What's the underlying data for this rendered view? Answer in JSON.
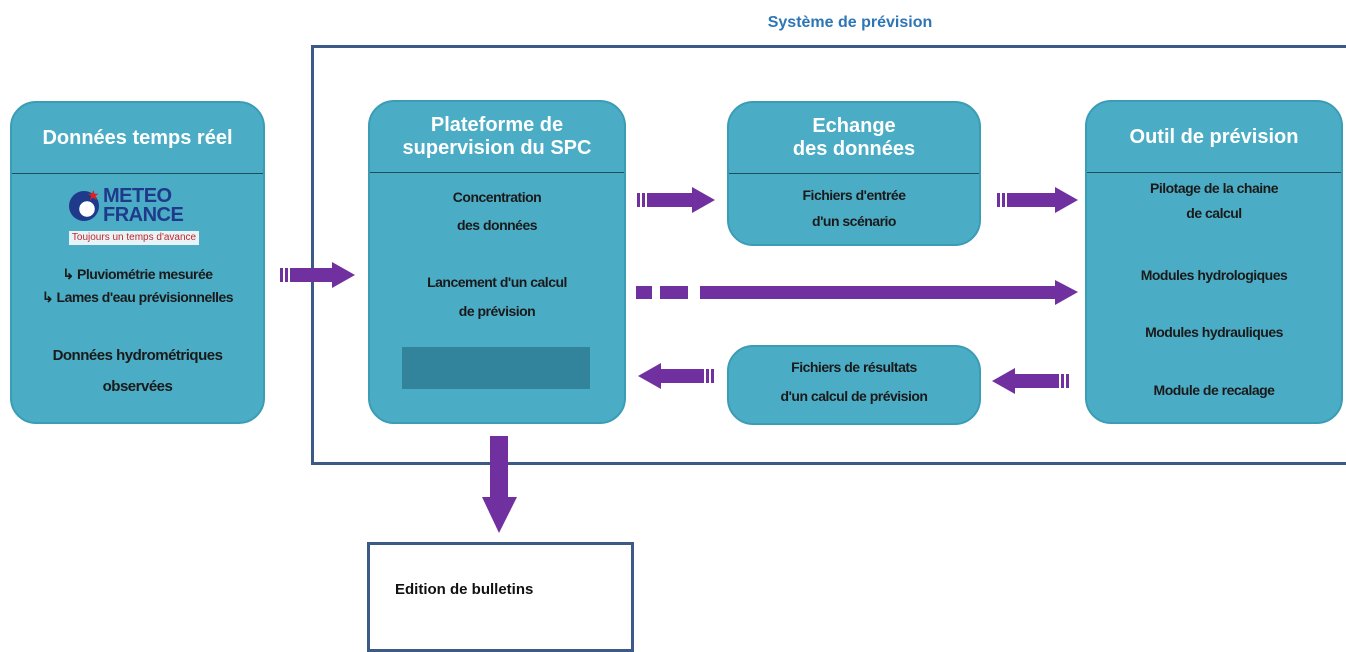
{
  "frame": {
    "title": "Système de prévision"
  },
  "realtime": {
    "title": "Données temps réel",
    "logo_text": [
      "METEO",
      "FRANCE"
    ],
    "logo_tagline": "Toujours un temps d'avance",
    "items": [
      "Pluviométrie mesurée",
      "Lames d'eau prévisionnelles"
    ],
    "observed": [
      "Données hydrométriques",
      "observées"
    ]
  },
  "platform": {
    "title": [
      "Plateforme de",
      "supervision du SPC"
    ],
    "items": [
      [
        "Concentration",
        "des données"
      ],
      [
        "Lancement d'un calcul",
        "de prévision"
      ]
    ]
  },
  "exchange": {
    "title": [
      "Echange",
      "des données"
    ],
    "text": [
      "Fichiers d'entrée",
      "d'un scénario"
    ]
  },
  "tool": {
    "title": "Outil de prévision",
    "items": [
      "Pilotage de la chaine",
      "de calcul",
      "Modules hydrologiques",
      "Modules hydrauliques",
      "Module de recalage"
    ]
  },
  "results": {
    "text": [
      "Fichiers de résultats",
      "d'un calcul de prévision"
    ]
  },
  "edition": {
    "label": "Edition de bulletins"
  },
  "colors": {
    "box": "#4bacc6",
    "arrow": "#7030a0",
    "frame": "#3b5a86",
    "title": "#2e75b6"
  },
  "icons": {
    "bullet": "arrow-bullet-icon"
  }
}
